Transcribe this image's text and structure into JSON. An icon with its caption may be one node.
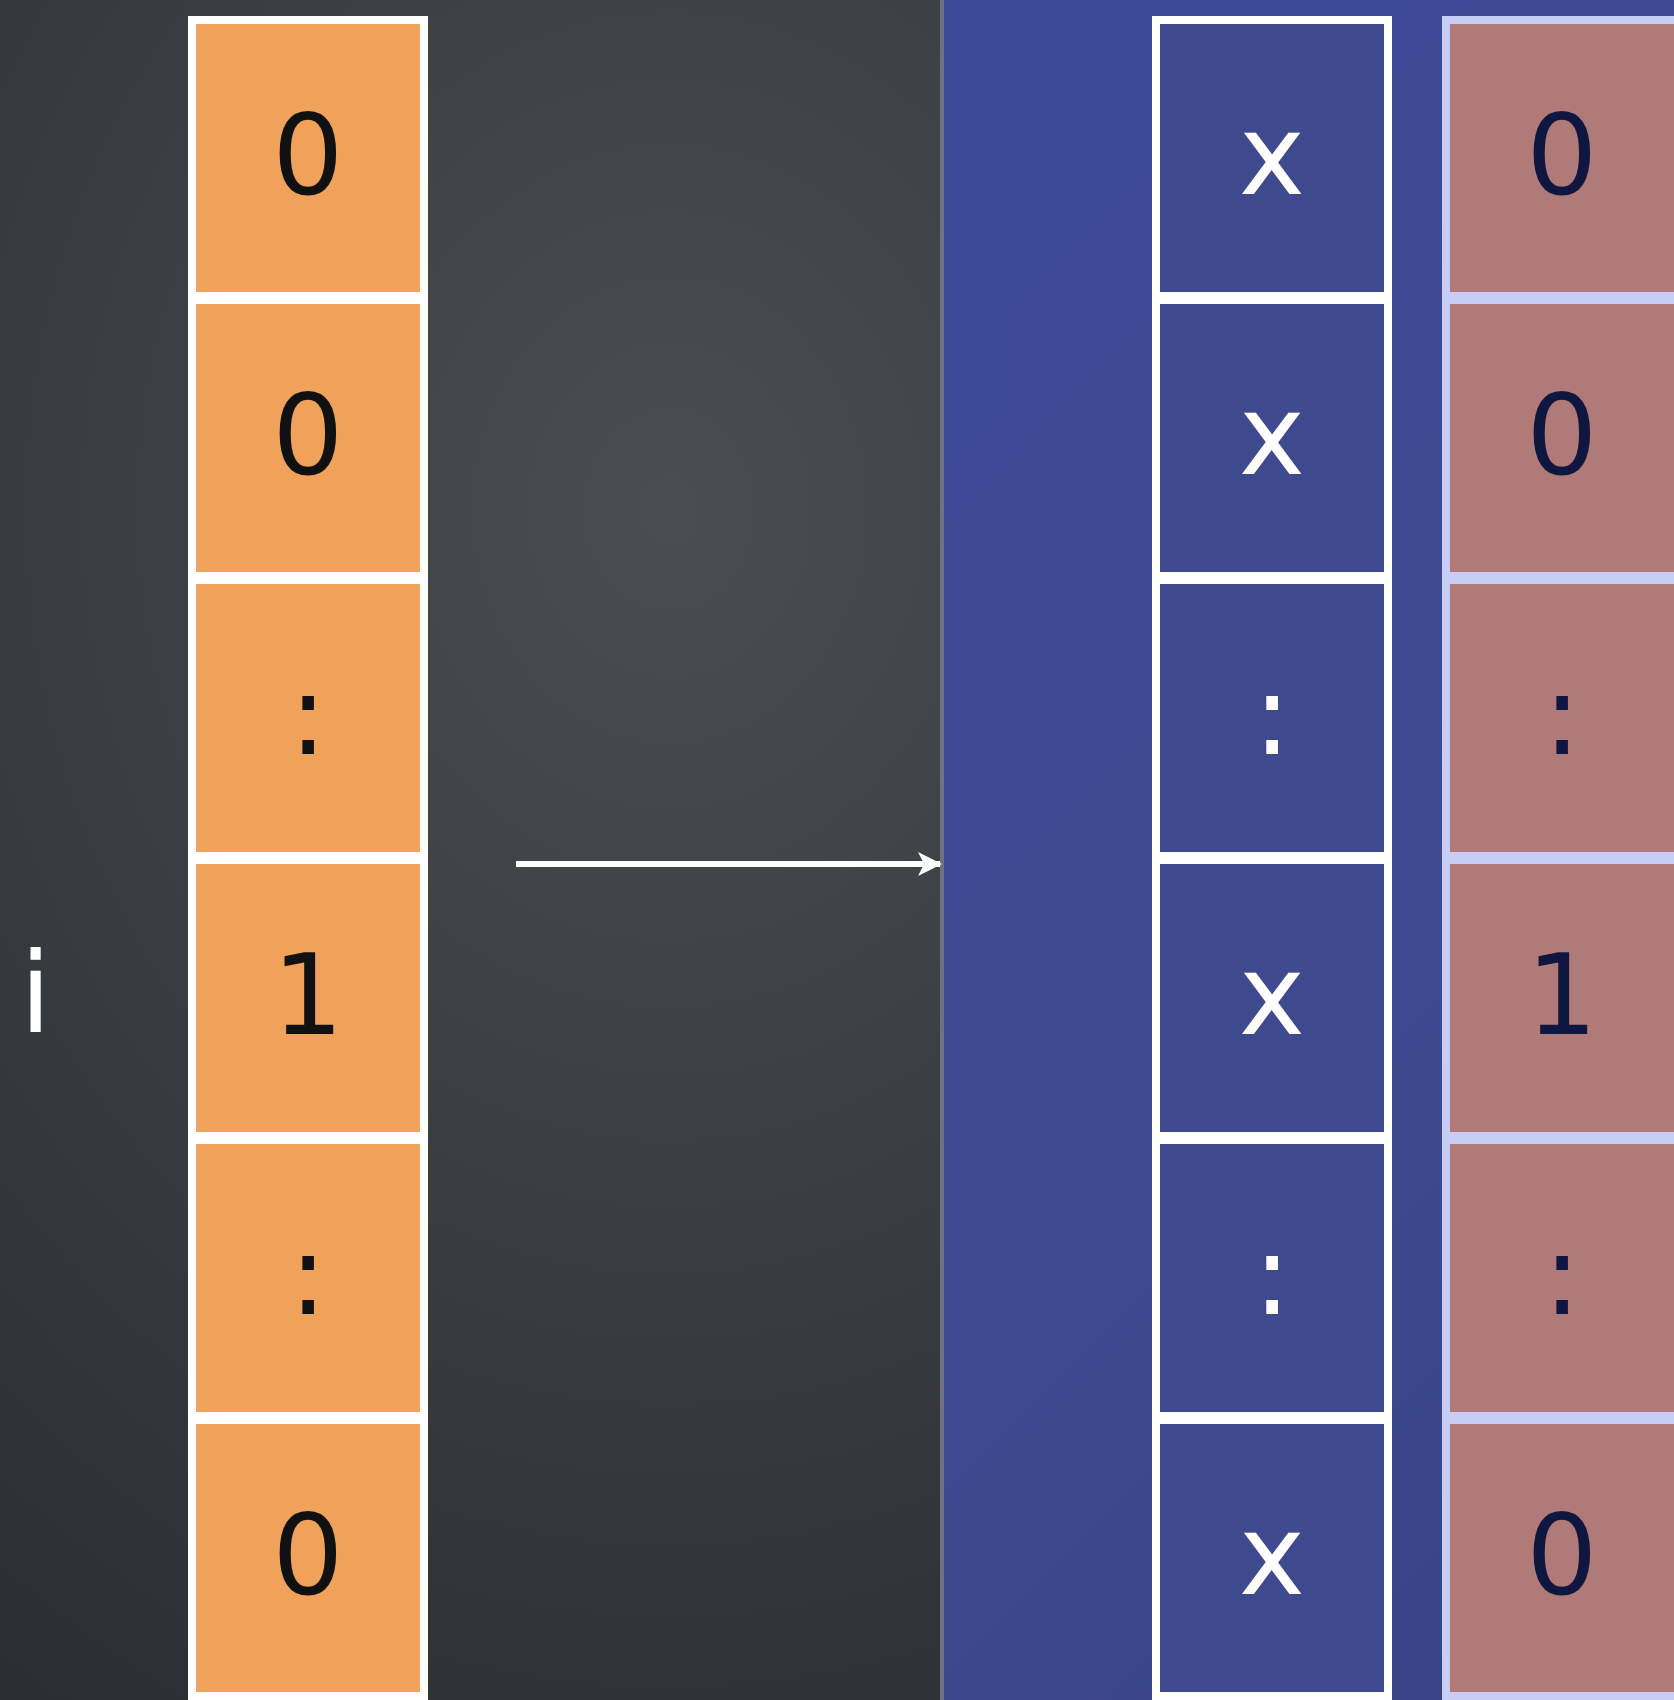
{
  "diagram": {
    "nodes": [
      {
        "text": [
          "0"
        ]
      },
      {
        "text": [
          "0"
        ]
      },
      {
        "text": [
          ":"
        ]
      },
      {
        "text": [
          "1"
        ]
      },
      {
        "text": [
          ":"
        ]
      },
      {
        "text": [
          "0"
        ]
      },
      {
        "text": [],
        "shape": "box"
      },
      {
        "text": [
          "x"
        ],
        "in": 6
      },
      {
        "text": [
          "x"
        ],
        "in": 6
      },
      {
        "text": [
          ":"
        ],
        "in": 6
      },
      {
        "text": [
          "x"
        ],
        "in": 6
      },
      {
        "text": [
          ":"
        ],
        "in": 6
      },
      {
        "text": [
          "x"
        ],
        "in": 6
      },
      {
        "text": [
          "0"
        ],
        "in": 6
      },
      {
        "text": [
          "0"
        ],
        "in": 6
      },
      {
        "text": [
          ":"
        ],
        "in": 6
      },
      {
        "text": [
          "1"
        ],
        "in": 6
      },
      {
        "text": [
          ":"
        ],
        "in": 6
      },
      {
        "text": [
          "0"
        ],
        "in": 6
      }
    ],
    "edges": [
      {
        "from": null,
        "to": 6,
        "arrow": "to"
      }
    ],
    "labels": [
      "i"
    ]
  }
}
